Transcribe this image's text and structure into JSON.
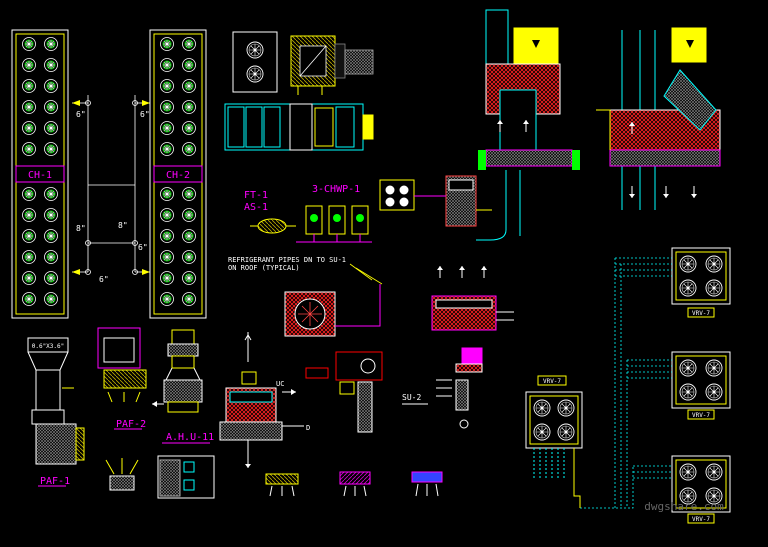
{
  "drawing": {
    "background": "#000000",
    "labels": {
      "ch1": "CH-1",
      "ch2": "CH-2",
      "ft1": "FT-1",
      "as1": "AS-1",
      "chwp": "3-CHWP-1",
      "refrigerant_line1": "REFRIGERANT PIPES DN TO SU-1",
      "refrigerant_line2": "ON ROOF (TYPICAL)",
      "paf1": "PAF-1",
      "paf2": "PAF-2",
      "ahu11": "A.H.U-11",
      "uc": "UC",
      "d": "D",
      "su2": "SU-2",
      "vrv7": "VRV-7",
      "vrv7a": "VRV-7",
      "vrv7b": "VRV-7",
      "vrv7c": "VRV-7",
      "dim6a": "6\"",
      "dim6b": "6\"",
      "dim8a": "8\"",
      "dim8b": "8\"",
      "dim6c": "6\"",
      "dim6d": "6\"",
      "paf_size": "0.6\"X3.6\"",
      "watermark": "dwgshare.com"
    },
    "colors": {
      "yellow": "#ffff00",
      "magenta": "#ff00ff",
      "cyan": "#00ffff",
      "green": "#00ff00",
      "red": "#ff0000",
      "white": "#ffffff",
      "gray": "#8a8a8a",
      "blue": "#3344ff"
    }
  }
}
